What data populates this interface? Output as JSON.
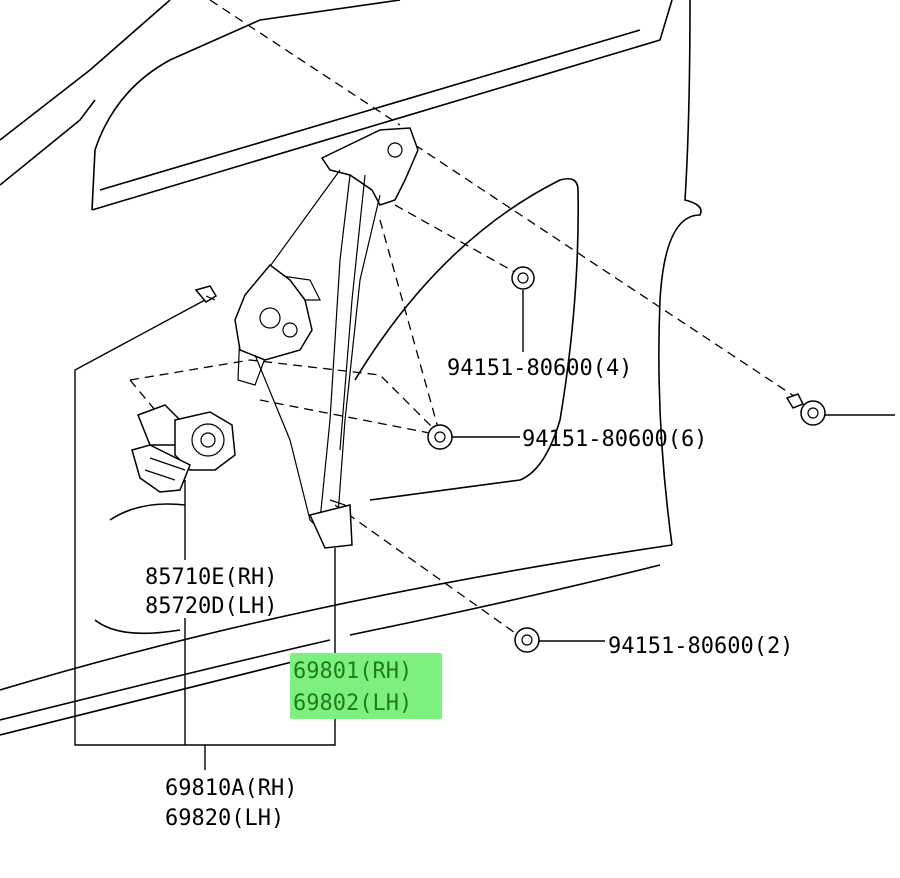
{
  "callouts": {
    "nut_4": "94151-80600(4)",
    "nut_6": "94151-80600(6)",
    "nut_2": "94151-80600(2)",
    "motor_rh": "85710E(RH)",
    "motor_lh": "85720D(LH)",
    "regulator_rh": "69801(RH)",
    "regulator_lh": "69802(LH)",
    "assembly_rh": "69810A(RH)",
    "assembly_lh": "69820(LH)"
  },
  "colors": {
    "highlight": "#7ef07e",
    "highlight_text": "#1d7d1d",
    "line": "#000000"
  }
}
